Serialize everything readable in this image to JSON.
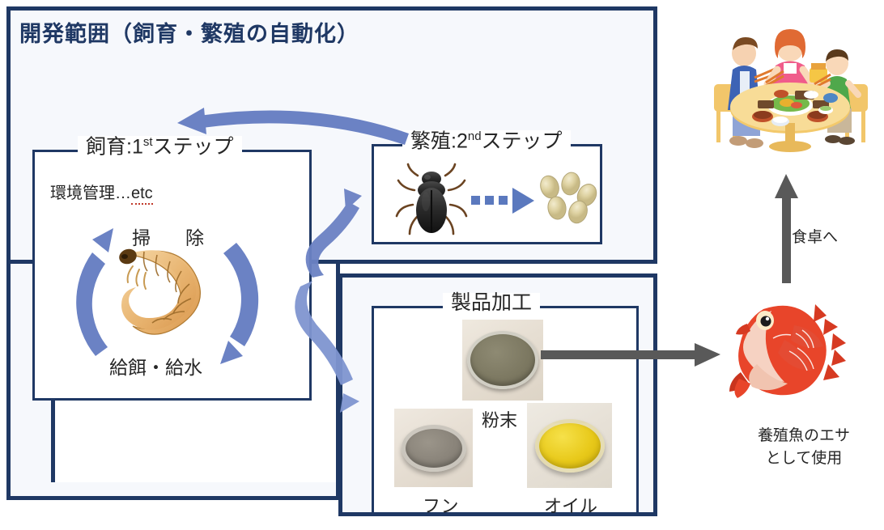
{
  "scope": {
    "title": "開発範囲（飼育・繁殖の自動化）",
    "border_color": "#1F3864",
    "fill_color": "#F6F8FC"
  },
  "colors": {
    "box_border": "#1F3864",
    "arrow_blue": "#6B82C4",
    "arrow_gray": "#595959",
    "text": "#262626",
    "title_navy": "#1F3864",
    "squiggle_red": "#C0392B"
  },
  "step1": {
    "title_main": "飼育:1",
    "title_sup": "st",
    "title_tail": "ステップ",
    "env_text": "環境管理…",
    "env_etc": "etc",
    "cycle_top_label": "掃　除",
    "cycle_bottom_label": "給餌・給水",
    "illustration": "mealworm-larva"
  },
  "step2": {
    "title_main": "繁殖:2",
    "title_sup": "nd",
    "title_tail": "ステップ",
    "illustration_left": "darkling-beetle",
    "illustration_right": "insect-eggs",
    "transition_arrow": "dashed-blue-arrow",
    "egg_count": 5
  },
  "product": {
    "title": "製品加工",
    "items": [
      {
        "label": "粉末",
        "photo": "powder-in-petri-dish"
      },
      {
        "label": "フン",
        "photo": "frass-in-petri-dish"
      },
      {
        "label": "オイル",
        "photo": "oil-in-petri-dish"
      }
    ]
  },
  "right_column": {
    "family_illustration": "family-dining-at-table",
    "to_table_label": "食卓へ",
    "fish_illustration": "red-sea-bream-fish",
    "fish_caption_line1": "養殖魚のエサ",
    "fish_caption_line2": "として使用"
  },
  "arrows": {
    "breeding_to_rearing": "curved-arrow-left",
    "rearing_to_breeding": "curved-arrow-up-right",
    "rearing_to_product": "curved-arrow-down-right",
    "product_to_fish": "straight-gray-arrow-right",
    "fish_to_table": "straight-gray-arrow-up"
  }
}
